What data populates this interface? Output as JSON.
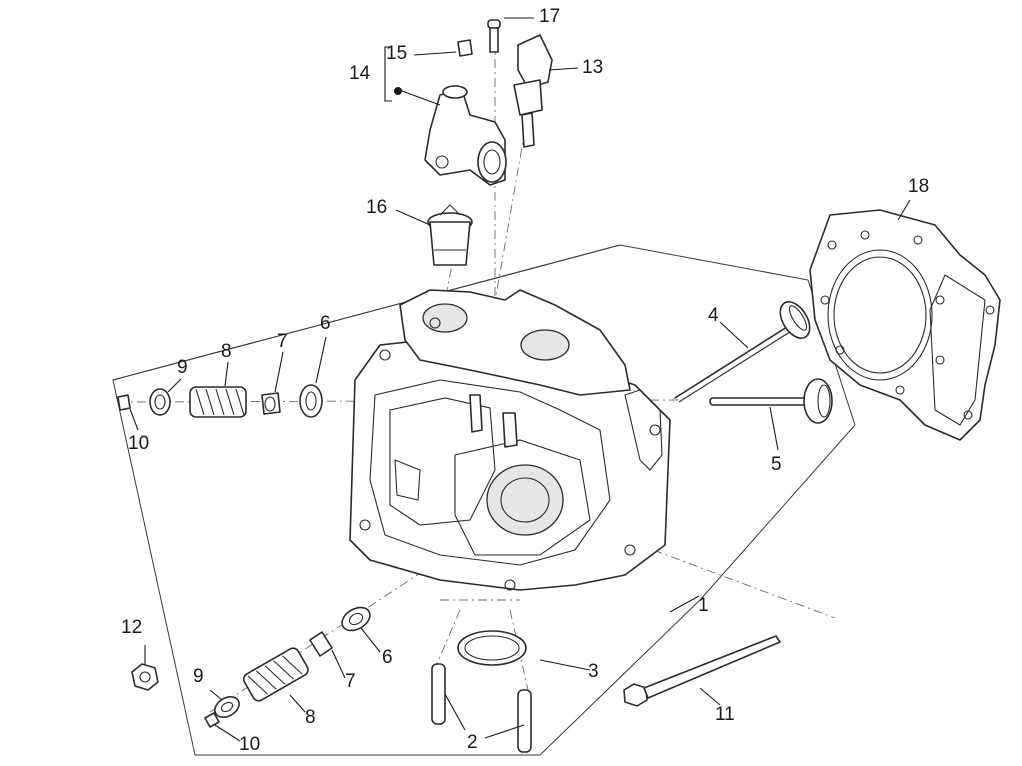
{
  "callouts": {
    "c1": "1",
    "c2": "2",
    "c3": "3",
    "c4": "4",
    "c5": "5",
    "c6a": "6",
    "c6b": "6",
    "c7a": "7",
    "c7b": "7",
    "c8a": "8",
    "c8b": "8",
    "c9a": "9",
    "c9b": "9",
    "c10a": "10",
    "c10b": "10",
    "c11": "11",
    "c12": "12",
    "c13": "13",
    "c14": "14",
    "c15": "15",
    "c16": "16",
    "c17": "17",
    "c18": "18"
  },
  "colors": {
    "line": "#2b2b2b",
    "background": "#ffffff"
  }
}
